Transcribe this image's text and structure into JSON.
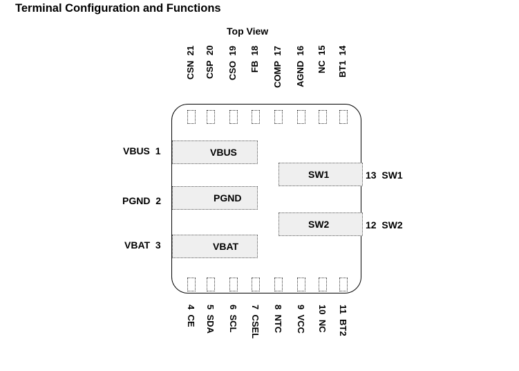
{
  "title": "Terminal Configuration and Functions",
  "view_label": "Top View",
  "top_pins": [
    {
      "num": "21",
      "name": "CSN"
    },
    {
      "num": "20",
      "name": "CSP"
    },
    {
      "num": "19",
      "name": "CSO"
    },
    {
      "num": "18",
      "name": "FB"
    },
    {
      "num": "17",
      "name": "COMP"
    },
    {
      "num": "16",
      "name": "AGND"
    },
    {
      "num": "15",
      "name": "NC"
    },
    {
      "num": "14",
      "name": "BT1"
    }
  ],
  "bottom_pins": [
    {
      "num": "4",
      "name": "CE"
    },
    {
      "num": "5",
      "name": "SDA"
    },
    {
      "num": "6",
      "name": "SCL"
    },
    {
      "num": "7",
      "name": "CSEL"
    },
    {
      "num": "8",
      "name": "NTC"
    },
    {
      "num": "9",
      "name": "VCC"
    },
    {
      "num": "10",
      "name": "NC"
    },
    {
      "num": "11",
      "name": "BT2"
    }
  ],
  "left_pins": [
    {
      "num": "1",
      "name": "VBUS",
      "pad_label": "VBUS"
    },
    {
      "num": "2",
      "name": "PGND",
      "pad_label": "PGND"
    },
    {
      "num": "3",
      "name": "VBAT",
      "pad_label": "VBAT"
    }
  ],
  "right_pins": [
    {
      "num": "13",
      "name": "SW1",
      "pad_label": "SW1"
    },
    {
      "num": "12",
      "name": "SW2",
      "pad_label": "SW2"
    }
  ]
}
